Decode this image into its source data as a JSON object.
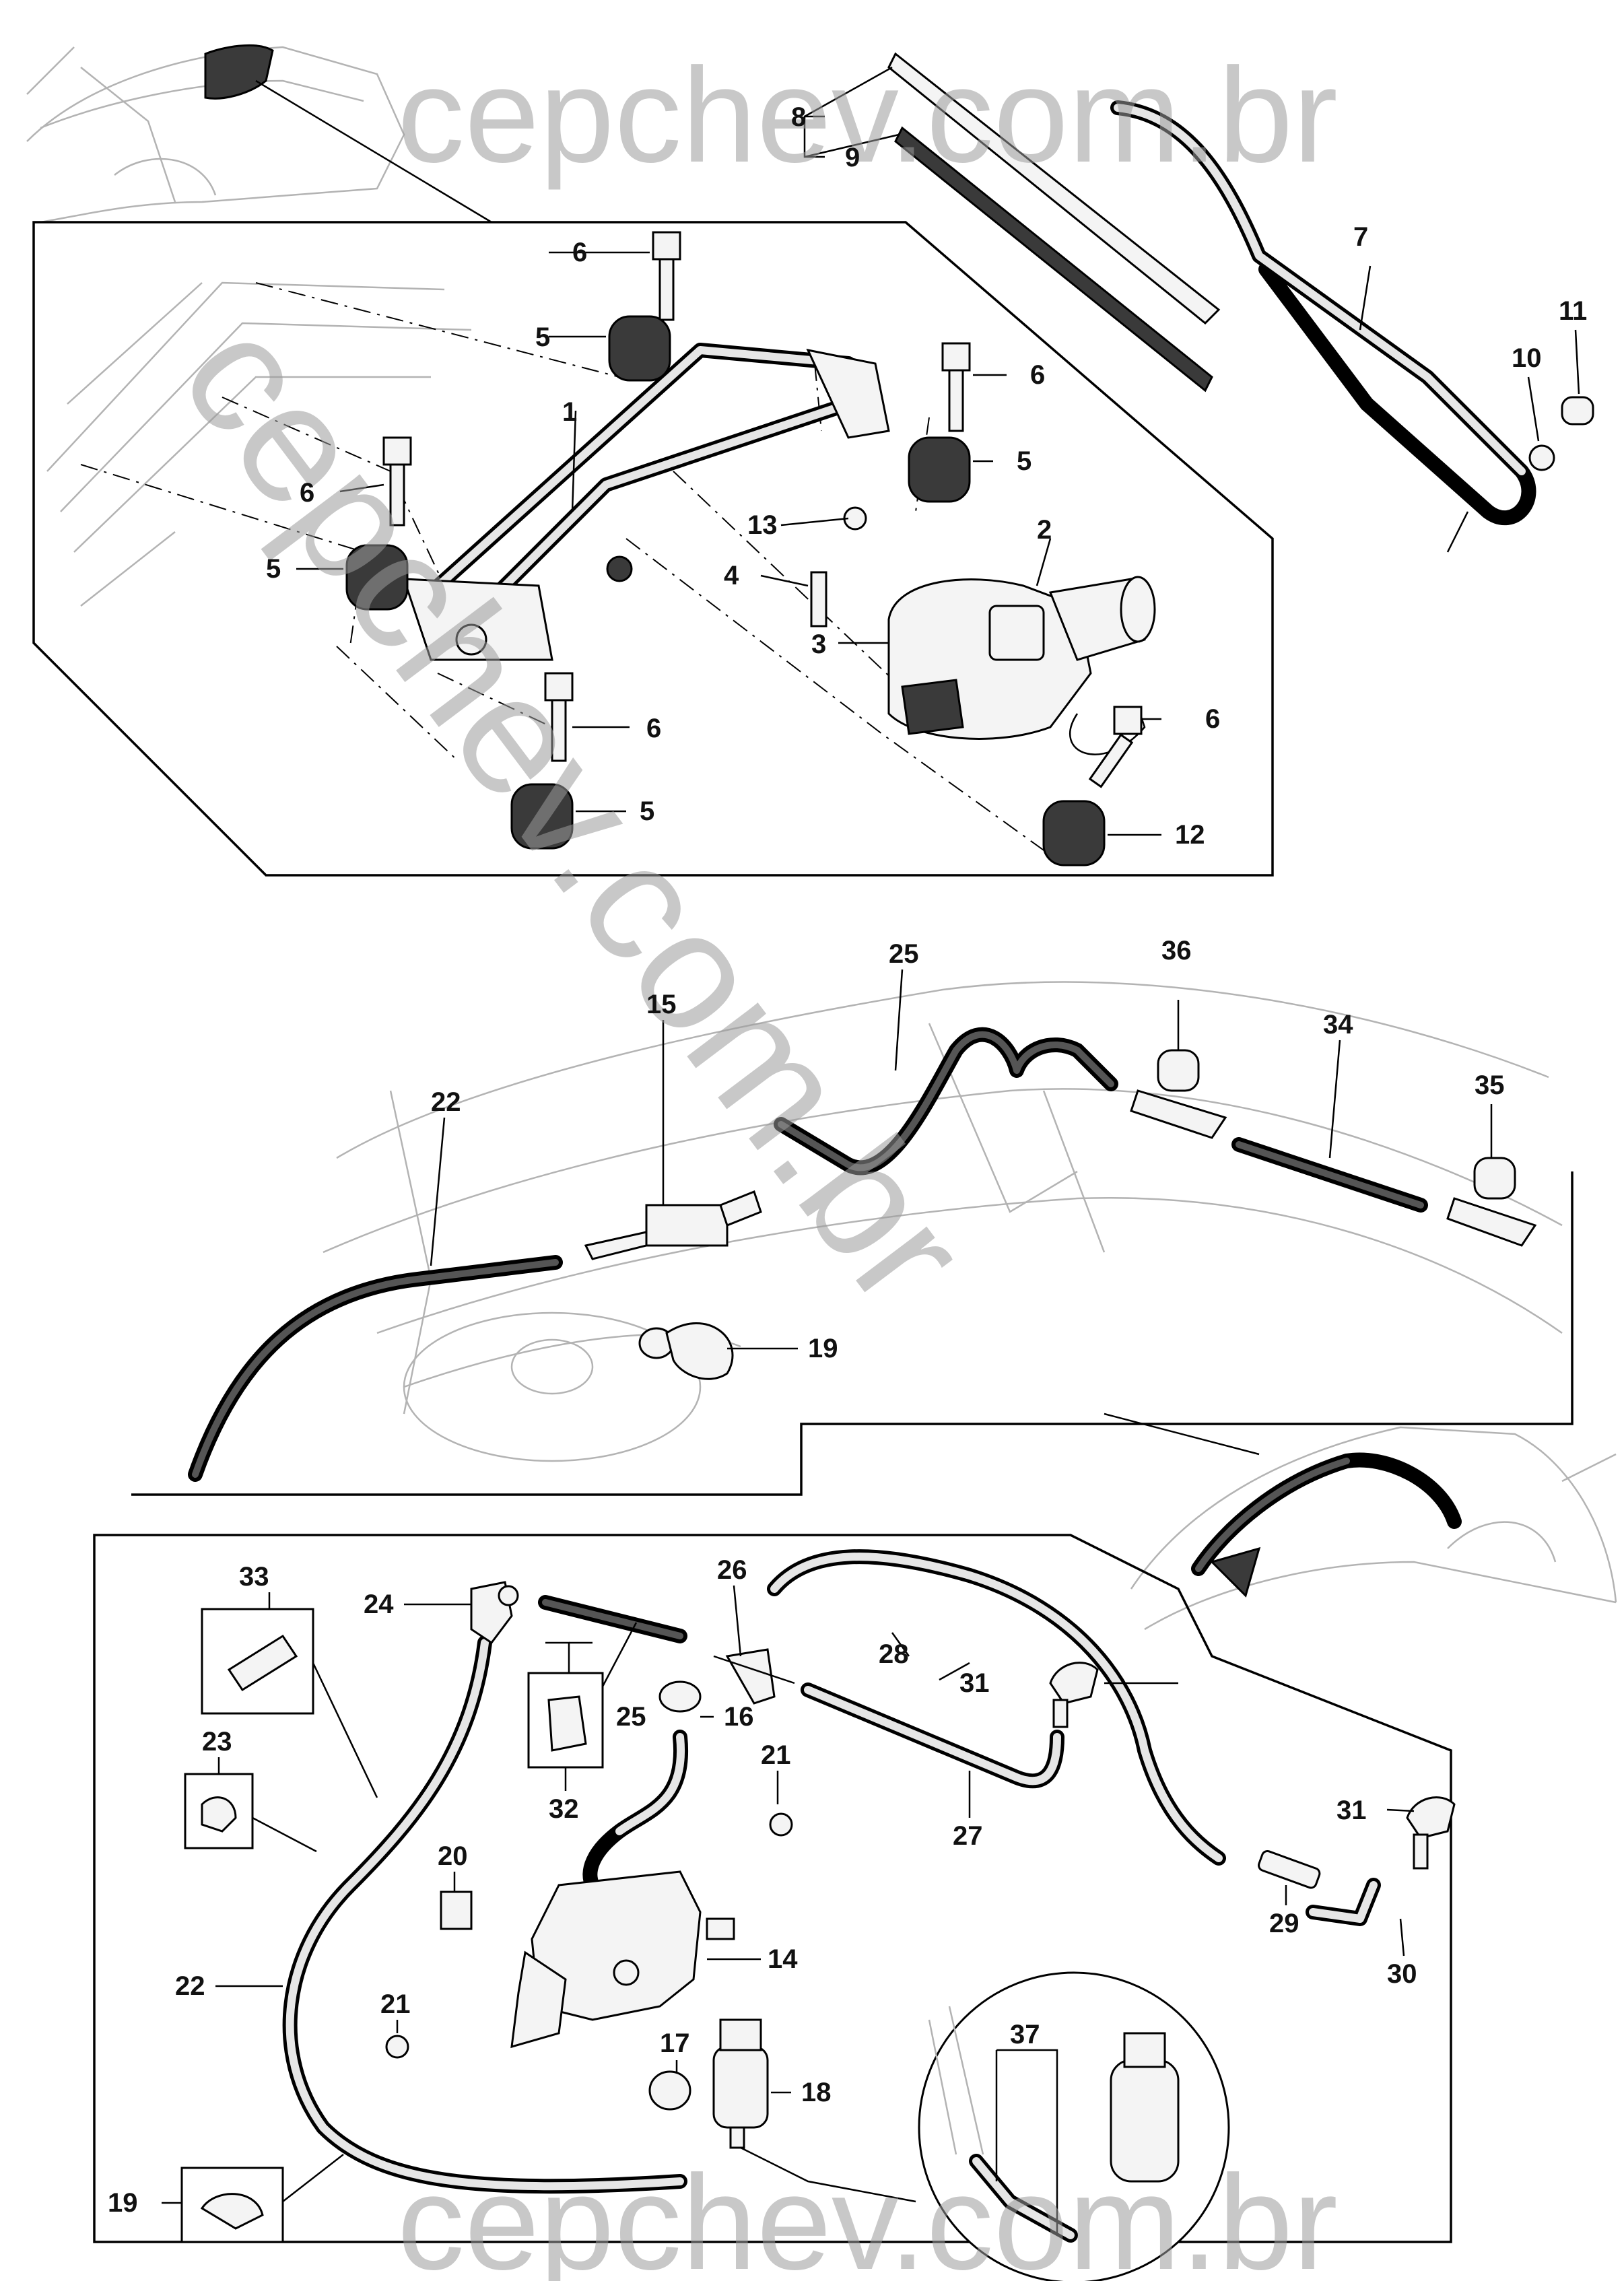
{
  "watermarks": {
    "top": "cepchev.com.br",
    "diagonal": "cepchev.com.br",
    "bottom": "cepchev.com.br"
  },
  "callouts": [
    {
      "id": "c1",
      "text": "1"
    },
    {
      "id": "c2",
      "text": "2"
    },
    {
      "id": "c3",
      "text": "3"
    },
    {
      "id": "c4",
      "text": "4"
    },
    {
      "id": "c5a",
      "text": "5"
    },
    {
      "id": "c5b",
      "text": "5"
    },
    {
      "id": "c5c",
      "text": "5"
    },
    {
      "id": "c5d",
      "text": "5"
    },
    {
      "id": "c6a",
      "text": "6"
    },
    {
      "id": "c6b",
      "text": "6"
    },
    {
      "id": "c6c",
      "text": "6"
    },
    {
      "id": "c6d",
      "text": "6"
    },
    {
      "id": "c6e",
      "text": "6"
    },
    {
      "id": "c7",
      "text": "7"
    },
    {
      "id": "c8",
      "text": "8"
    },
    {
      "id": "c9",
      "text": "9"
    },
    {
      "id": "c10",
      "text": "10"
    },
    {
      "id": "c11",
      "text": "11"
    },
    {
      "id": "c12",
      "text": "12"
    },
    {
      "id": "c13",
      "text": "13"
    },
    {
      "id": "c14",
      "text": "14"
    },
    {
      "id": "c15",
      "text": "15"
    },
    {
      "id": "c16",
      "text": "16"
    },
    {
      "id": "c17",
      "text": "17"
    },
    {
      "id": "c18",
      "text": "18"
    },
    {
      "id": "c19a",
      "text": "19"
    },
    {
      "id": "c19b",
      "text": "19"
    },
    {
      "id": "c20",
      "text": "20"
    },
    {
      "id": "c21a",
      "text": "21"
    },
    {
      "id": "c21b",
      "text": "21"
    },
    {
      "id": "c22a",
      "text": "22"
    },
    {
      "id": "c22b",
      "text": "22"
    },
    {
      "id": "c23",
      "text": "23"
    },
    {
      "id": "c24",
      "text": "24"
    },
    {
      "id": "c25a",
      "text": "25"
    },
    {
      "id": "c25b",
      "text": "25"
    },
    {
      "id": "c26",
      "text": "26"
    },
    {
      "id": "c27",
      "text": "27"
    },
    {
      "id": "c28",
      "text": "28"
    },
    {
      "id": "c29",
      "text": "29"
    },
    {
      "id": "c30",
      "text": "30"
    },
    {
      "id": "c31a",
      "text": "31"
    },
    {
      "id": "c31b",
      "text": "31"
    },
    {
      "id": "c32",
      "text": "32"
    },
    {
      "id": "c33",
      "text": "33"
    },
    {
      "id": "c34",
      "text": "34"
    },
    {
      "id": "c35",
      "text": "35"
    },
    {
      "id": "c36",
      "text": "36"
    },
    {
      "id": "c37",
      "text": "37"
    }
  ]
}
